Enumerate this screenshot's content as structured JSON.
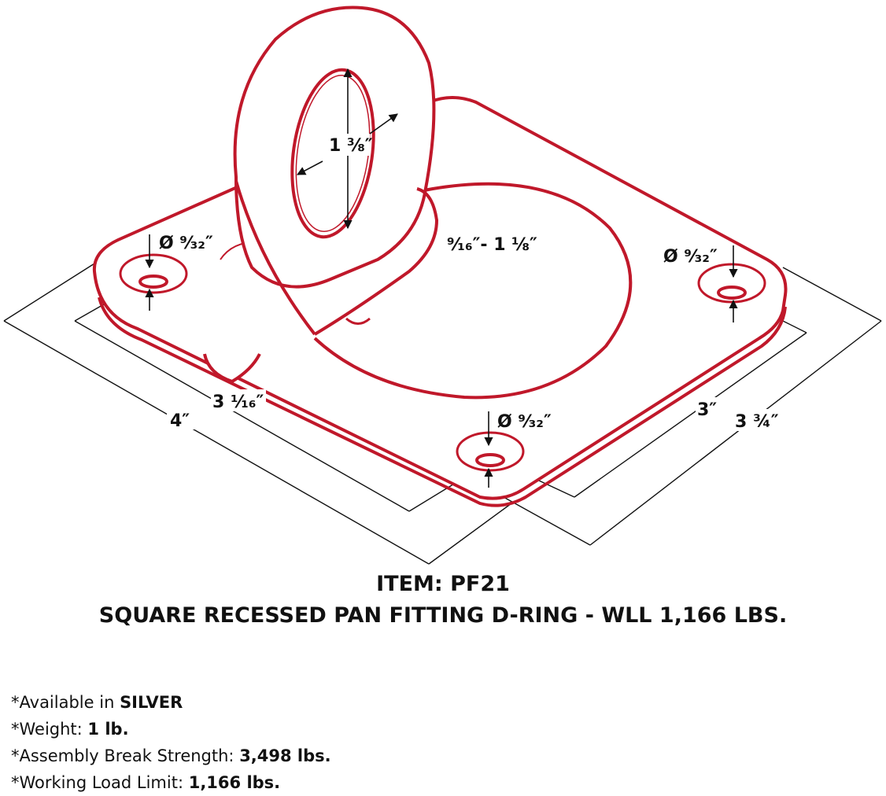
{
  "colors": {
    "outline": "#c0182a",
    "dimension": "#111111"
  },
  "dimensions": {
    "ring_inner": "1 ⅜″",
    "recess_depth": "⁹⁄₁₆″- 1 ⅛″",
    "hole_left": "Ø ⁹⁄₃₂″",
    "hole_right": "Ø ⁹⁄₃₂″",
    "hole_bottom": "Ø ⁹⁄₃₂″",
    "length_outer": "4″",
    "length_inner": "3 ¹⁄₁₆″",
    "width_inner": "3″",
    "width_outer": "3 ¾″"
  },
  "title": {
    "line1": "ITEM: PF21",
    "line2": "SQUARE RECESSED PAN FITTING D-RING - WLL 1,166 LBS."
  },
  "specs": [
    {
      "label": "*Available in ",
      "value": "SILVER"
    },
    {
      "label": "*Weight: ",
      "value": "1 lb."
    },
    {
      "label": "*Assembly Break Strength: ",
      "value": "3,498 lbs."
    },
    {
      "label": "*Working Load Limit: ",
      "value": "1,166 lbs."
    }
  ]
}
